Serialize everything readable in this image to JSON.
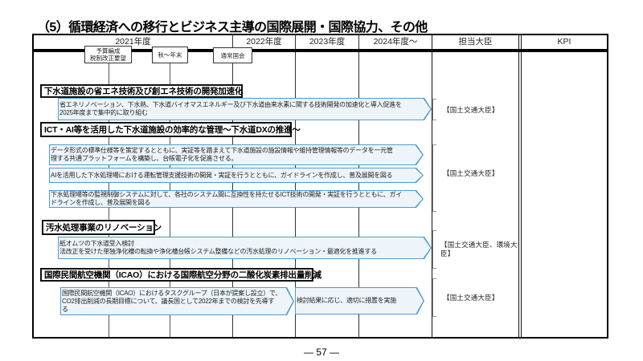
{
  "page": {
    "title": "（5）循環経済への移行とビジネス主導の国際展開・国際協力、その他",
    "page_number": "— 57 —"
  },
  "header": {
    "columns": {
      "fy2021": "2021年度",
      "fy2022": "2022年度",
      "fy2023": "2023年度",
      "fy2024": "2024年度～",
      "minister": "担当大臣",
      "kpi": "KPI"
    },
    "milestones": [
      {
        "label": "予算編成\n税制改正要望"
      },
      {
        "label": "秋～年末"
      },
      {
        "label": "通常国会"
      }
    ]
  },
  "colors": {
    "arrow_border": "#4d9ad4",
    "arrow_fill": "#eef5fa",
    "grid": "#333333"
  },
  "sections": [
    {
      "title": "下水道施設の省エネ技術及び創エネ技術の開発加速化",
      "items": [
        {
          "text": "省エネリノベーション、下水熱、下水道バイオマスエネルギー及び下水道由来水素に関する技術開発の加速化と導入促進を\n2025年度まで集中的に取り組む"
        }
      ],
      "minister": "【国土交通大臣】"
    },
    {
      "title": "ICT・AI等を活用した下水道施設の効率的な管理～下水道DXの推進～",
      "items": [
        {
          "text": "データ形式の標準仕様等を策定するとともに、実証等を踏まえて下水道施設の施設情報や維持管理情報等のデータを一元管\n理する共通プラットフォームを構築し、台帳電子化を促進させる。"
        },
        {
          "text": "AIを活用した下水処理場における運転管理支援技術の開発・実証を行うとともに、ガイドラインを作成し、普及展開を図る"
        },
        {
          "text": "下水処理場等の監視制御システムに対して、各社のシステム間に互換性を持たせるICT技術の開発・実証を行うとともに、ガイ\nドラインを作成し、普及展開を図る"
        }
      ],
      "minister": "【国土交通大臣】"
    },
    {
      "title": "汚水処理事業のリノベーション",
      "items": [
        {
          "text": "紙オムツの下水道受入検討\n法改正を受けた単独浄化槽の転換や浄化槽台帳システム整備などの汚水処理のリノベーション・最適化を推進する"
        }
      ],
      "minister": "【国土交通大臣、環境大臣】"
    },
    {
      "title": "国際民間航空機関（ICAO）における国際航空分野の二酸化炭素排出量削減",
      "items": [
        {
          "text": "国際民間航空機関（ICAO）におけるタスクグループ（日本が提案し設立）で、\nCO2排出削減の長期目標について、議長国として2022年までの検討を先導す\nる"
        },
        {
          "text": "検討結果に応じ、適切に措置を実施"
        }
      ],
      "minister": "【国土交通大臣】"
    }
  ],
  "kpi": {
    "text": ""
  }
}
